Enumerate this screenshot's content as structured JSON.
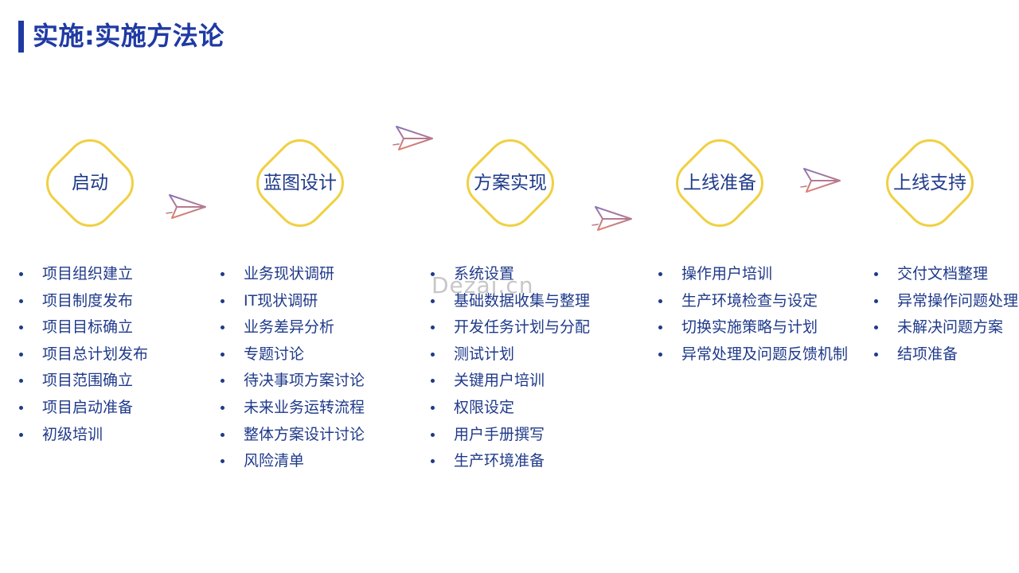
{
  "slide": {
    "title": "实施:实施方法论",
    "watermark": "Dezai.cn",
    "colors": {
      "accent": "#1f3aa3",
      "ring": "#f0d042",
      "text": "#1f3a8a",
      "plane_start": "#8a74b8",
      "plane_end": "#e0806a"
    },
    "phases": [
      {
        "label": "启动",
        "items": [
          "项目组织建立",
          "项目制度发布",
          "项目目标确立",
          "项目总计划发布",
          "项目范围确立",
          "项目启动准备",
          "初级培训"
        ]
      },
      {
        "label": "蓝图设计",
        "items": [
          "业务现状调研",
          "IT现状调研",
          "业务差异分析",
          "专题讨论",
          "待决事项方案讨论",
          "未来业务运转流程",
          "整体方案设计讨论",
          "风险清单"
        ]
      },
      {
        "label": "方案实现",
        "items": [
          "系统设置",
          "基础数据收集与整理",
          "开发任务计划与分配",
          "测试计划",
          "关键用户培训",
          "权限设定",
          "用户手册撰写",
          "生产环境准备"
        ]
      },
      {
        "label": "上线准备",
        "items": [
          "操作用户培训",
          "生产环境检查与设定",
          "切换实施策略与计划",
          "异常处理及问题反馈机制"
        ]
      },
      {
        "label": "上线支持",
        "items": [
          "交付文档整理",
          "异常操作问题处理",
          "未解决问题方案",
          "结项准备"
        ]
      }
    ],
    "arrow_icon": "paper-plane-icon"
  }
}
